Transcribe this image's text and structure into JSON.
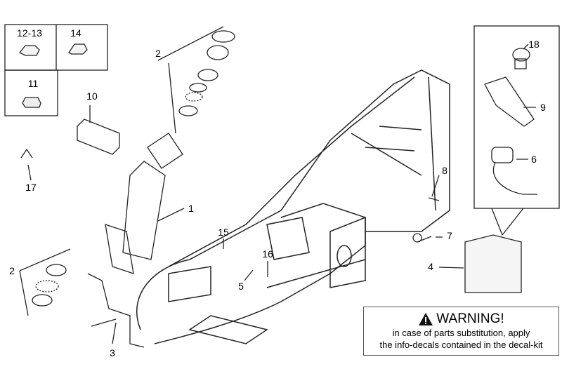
{
  "callouts": {
    "c12_13": "12-13",
    "c14": "14",
    "c11": "11",
    "c10": "10",
    "c17": "17",
    "c2_top": "2",
    "c1": "1",
    "c2_bottom": "2",
    "c3": "3",
    "c15": "15",
    "c16": "16",
    "c5": "5",
    "c18": "18",
    "c9": "9",
    "c6": "6",
    "c8": "8",
    "c7": "7",
    "c4": "4"
  },
  "warning": {
    "icon": "warning-triangle-icon",
    "title": "WARNING!",
    "line1": "in case of parts substitution, apply",
    "line2": "the info-decals contained in the decal-kit"
  }
}
